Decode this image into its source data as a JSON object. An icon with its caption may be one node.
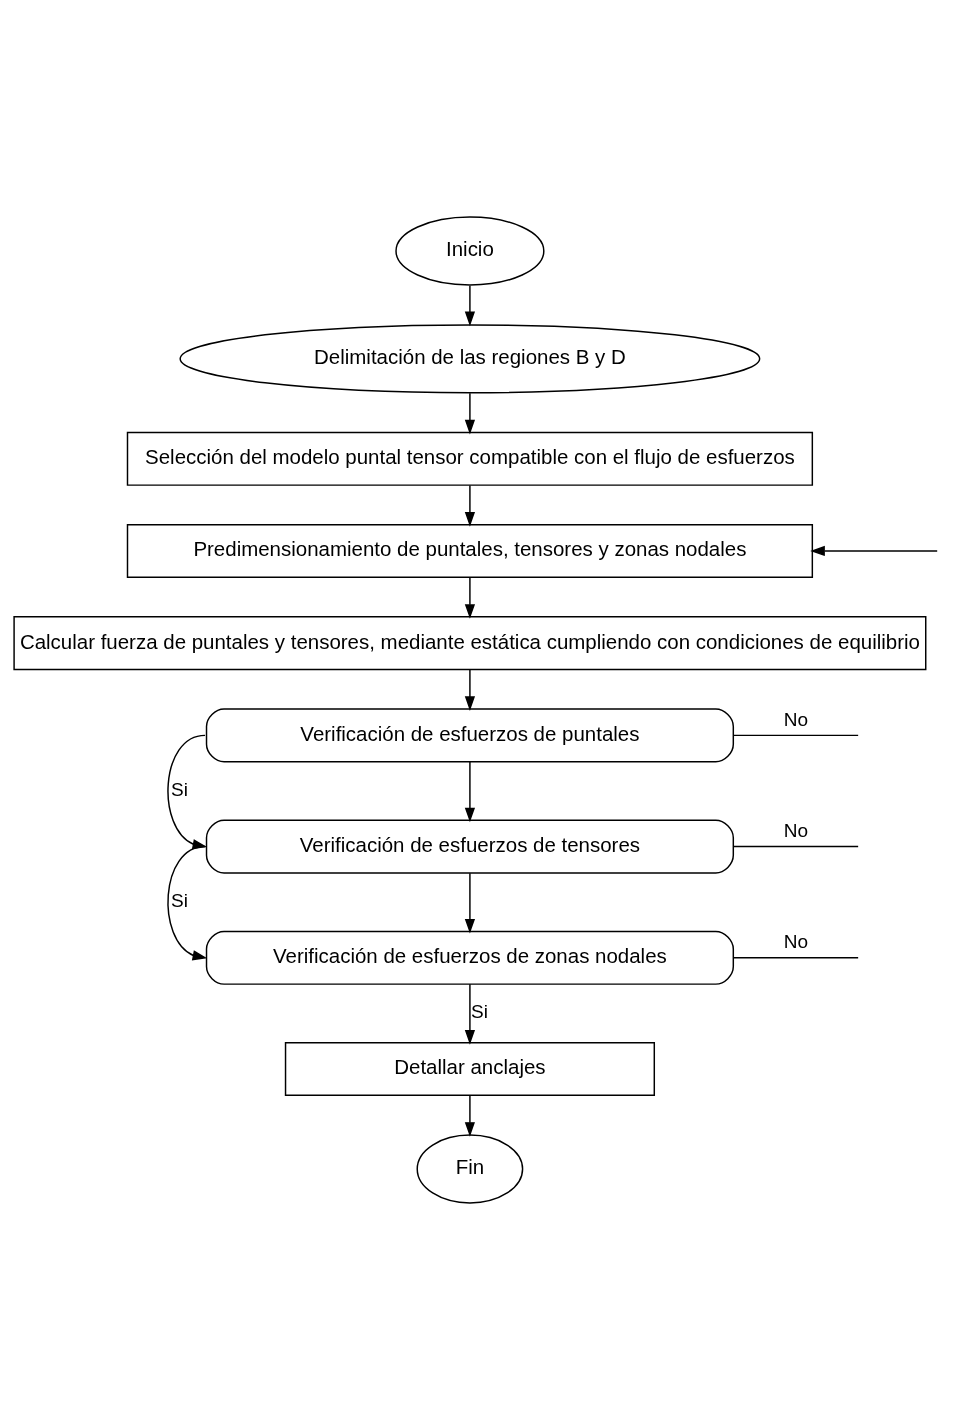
{
  "diagram": {
    "nodes": [
      {
        "text": [
          "Inicio"
        ]
      },
      {
        "text": [
          "Delimitación de las regiones B y D"
        ]
      },
      {
        "text": [
          "Selección del modelo puntal tensor compatible con el flujo de esfuerzos"
        ]
      },
      {
        "text": [
          "Predimensionamiento de puntales, tensores y zonas nodales"
        ]
      },
      {
        "text": [
          "Calcular fuerza de puntales y tensores, mediante estática cumpliendo con condiciones de equilibrio"
        ]
      },
      {
        "text": [
          "Verificación de esfuerzos de puntales"
        ]
      },
      {
        "text": [
          "Verificación de esfuerzos de tensores"
        ]
      },
      {
        "text": [
          "Verificación de esfuerzos de zonas nodales"
        ]
      },
      {
        "text": [
          "Detallar anclajes"
        ]
      },
      {
        "text": [
          "Fin"
        ]
      }
    ],
    "edges": [
      {
        "from": 0,
        "to": 1,
        "arrow": "to"
      },
      {
        "from": 1,
        "to": 2,
        "arrow": "to"
      },
      {
        "from": 2,
        "to": 3,
        "arrow": "to"
      },
      {
        "from": 3,
        "to": 4,
        "arrow": "to"
      },
      {
        "from": 4,
        "to": 5,
        "arrow": "to"
      },
      {
        "from": 5,
        "to": 6,
        "arrow": "to"
      },
      {
        "from": 5,
        "to": 6,
        "arrow": "to",
        "label": "Si"
      },
      {
        "from": 5,
        "to": null,
        "arrow": "none",
        "label": "No"
      },
      {
        "from": 6,
        "to": 7,
        "arrow": "to"
      },
      {
        "from": 6,
        "to": 7,
        "arrow": "to",
        "label": "Si"
      },
      {
        "from": 6,
        "to": null,
        "arrow": "none",
        "label": "No"
      },
      {
        "from": 7,
        "to": null,
        "arrow": "none",
        "label": "No"
      },
      {
        "from": 7,
        "to": 8,
        "arrow": "to",
        "label": "Si"
      },
      {
        "from": 8,
        "to": 9,
        "arrow": "to"
      },
      {
        "from": null,
        "to": 3,
        "arrow": "to"
      }
    ]
  }
}
